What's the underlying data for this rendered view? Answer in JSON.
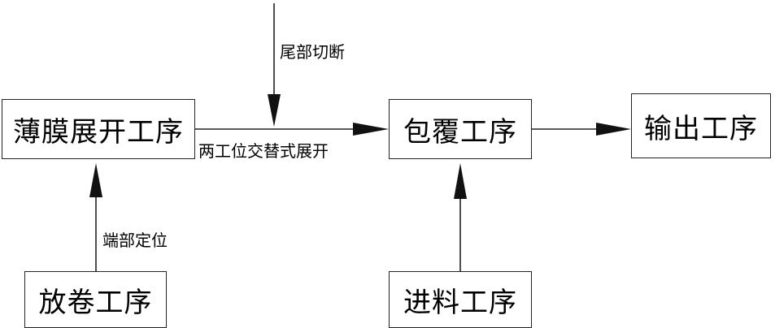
{
  "nodes": {
    "film_unwind": "薄膜展开工序",
    "wrapping": "包覆工序",
    "output": "输出工序",
    "unwinding": "放卷工序",
    "feeding": "进料工序"
  },
  "edge_labels": {
    "tail_cut": "尾部切断",
    "two_station": "两工位交替式展开",
    "end_position": "端部定位"
  },
  "colors": {
    "line": "#222222",
    "text": "#000000"
  }
}
